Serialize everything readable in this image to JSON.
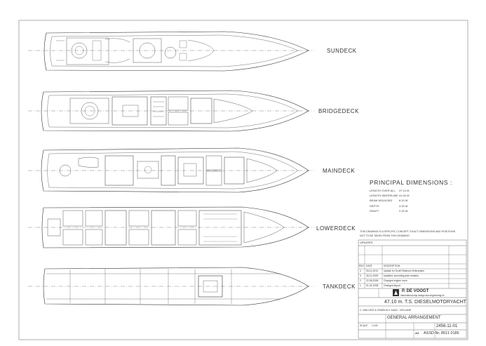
{
  "decks": [
    {
      "label": "SUNDECK"
    },
    {
      "label": "BRIDGEDECK"
    },
    {
      "label": "MAINDECK"
    },
    {
      "label": "LOWERDECK"
    },
    {
      "label": "TANKDECK"
    }
  ],
  "principal_dimensions": {
    "title": "PRINCIPAL DIMENSIONS :",
    "rows": [
      {
        "key": "LENGTH OVER ALL",
        "value": "47.10 M"
      },
      {
        "key": "LENGTH WATERLINE",
        "value": "41.00 M"
      },
      {
        "key": "BEAM MOULDED",
        "value": "8.20 M"
      },
      {
        "key": "DEPTH",
        "value": "4.20 M"
      },
      {
        "key": "DRAFT",
        "value": "2.20 M"
      }
    ]
  },
  "notes": [
    "THIS DRAWING IS A SPECIFIC CONCEPT. EXACT DIMENSIONS AND POSITIONS",
    "NOT TO BE TAKEN FROM THIS DRAWING."
  ],
  "title_block": {
    "updates_label": "UPDATES",
    "rev_headers": [
      "REV",
      "DATE",
      "DESCRIPTION"
    ],
    "revisions": [
      {
        "rev": "4",
        "date": "26-11-2013",
        "desc": "Update for Scott Robinson Enterprises"
      },
      {
        "rev": "3",
        "date": "26-11-2009",
        "desc": "Updated, according plan remarks"
      },
      {
        "rev": "2",
        "date": "22-08-2008",
        "desc": "Changed engine room"
      },
      {
        "rev": "1",
        "date": "01-02-2008",
        "desc": "Changed layout"
      }
    ],
    "company": "P. DE VOOGT",
    "company_sub": "International ship design and engineering bv",
    "vessel": "47.10 m. T.S. DIESELMOTORYACHT",
    "drawing_title": "GENERAL ARRANGEMENT",
    "drawing_no": "2456-11-01",
    "sheet_ref": "ASSD Nr. 8511 0186",
    "scale_label": "SCALE",
    "scale_value": "1:100",
    "format_label": "A3",
    "address": "C. VAN LENT & ZONEN B.V.  KAAG - HOLLAND"
  }
}
